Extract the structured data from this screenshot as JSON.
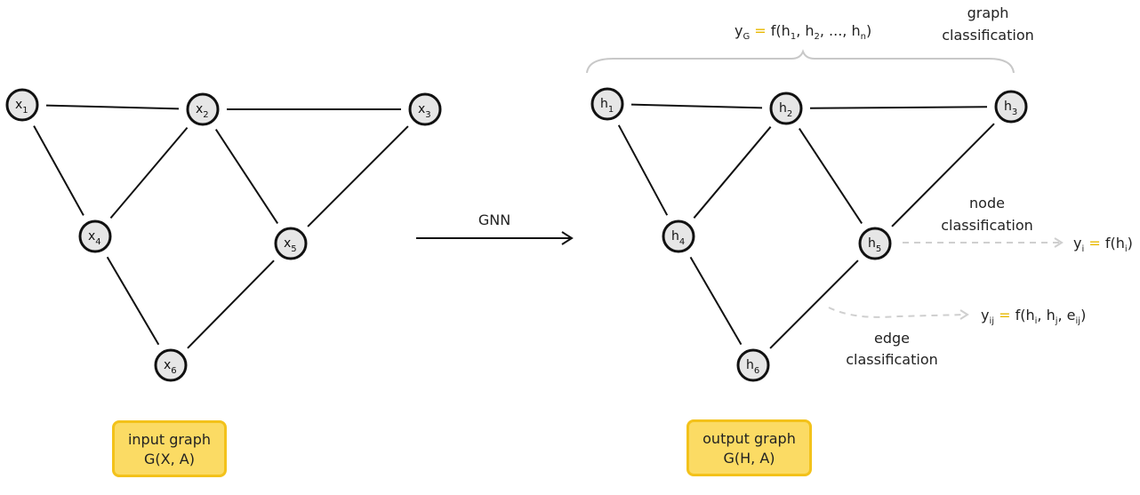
{
  "input_graph": {
    "nodes": [
      {
        "id": "1",
        "var": "x",
        "sub": "1"
      },
      {
        "id": "2",
        "var": "x",
        "sub": "2"
      },
      {
        "id": "3",
        "var": "x",
        "sub": "3"
      },
      {
        "id": "4",
        "var": "x",
        "sub": "4"
      },
      {
        "id": "5",
        "var": "x",
        "sub": "5"
      },
      {
        "id": "6",
        "var": "x",
        "sub": "6"
      }
    ],
    "edges": [
      [
        "1",
        "2"
      ],
      [
        "2",
        "3"
      ],
      [
        "1",
        "4"
      ],
      [
        "2",
        "4"
      ],
      [
        "2",
        "5"
      ],
      [
        "3",
        "5"
      ],
      [
        "4",
        "6"
      ],
      [
        "5",
        "6"
      ]
    ],
    "label_line1": "input graph",
    "label_line2": "G(X, A)"
  },
  "output_graph": {
    "nodes": [
      {
        "id": "1",
        "var": "h",
        "sub": "1"
      },
      {
        "id": "2",
        "var": "h",
        "sub": "2"
      },
      {
        "id": "3",
        "var": "h",
        "sub": "3"
      },
      {
        "id": "4",
        "var": "h",
        "sub": "4"
      },
      {
        "id": "5",
        "var": "h",
        "sub": "5"
      },
      {
        "id": "6",
        "var": "h",
        "sub": "6"
      }
    ],
    "label_line1": "output graph",
    "label_line2": "G(H, A)"
  },
  "arrow_label": "GNN",
  "graph_task": {
    "title_line1": "graph",
    "title_line2": "classification",
    "formula": "y_G = f(h_1, h_2, ..., h_n)"
  },
  "node_task": {
    "title_line1": "node",
    "title_line2": "classification",
    "formula": "y_i = f(h_i)"
  },
  "edge_task": {
    "title_line1": "edge",
    "title_line2": "classification",
    "formula": "y_ij = f(h_i, h_j, e_ij)"
  },
  "colors": {
    "node_fill": "#e6e6e6",
    "accent": "#e8b800",
    "box_fill": "#fbdb64",
    "box_border": "#f3c21a",
    "dashed": "#cfcfcf"
  }
}
